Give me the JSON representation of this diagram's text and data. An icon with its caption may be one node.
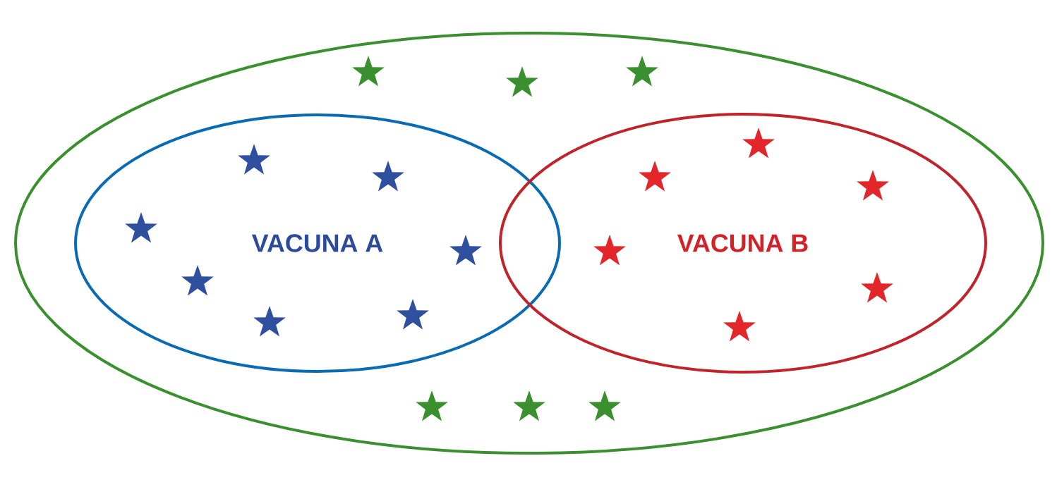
{
  "diagram": {
    "nodes": [
      {
        "text": [],
        "shape": "ellipse"
      },
      {
        "text": [
          "VACUNA A"
        ],
        "in": 0
      },
      {
        "text": [
          "VACUNA B"
        ],
        "in": 0
      }
    ]
  }
}
